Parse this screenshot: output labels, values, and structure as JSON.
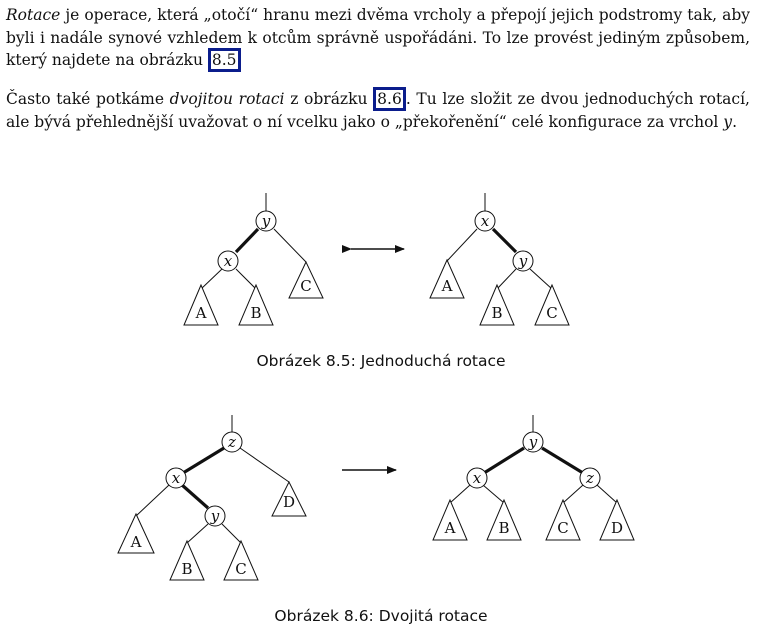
{
  "paragraph1": {
    "term": "Rotace",
    "text_a": " je operace, která „otočí“ hranu mezi dvěma vrcholy a přepojí jejich podstromy tak, aby byli i nadále synové vzhledem k otcům správně uspořádáni. To lze provést jediným způsobem, který najdete na obrázku ",
    "ref": "8.5"
  },
  "paragraph2": {
    "text_a": "Často také potkáme ",
    "term": "dvojitou rotaci",
    "text_b": " z obrázku ",
    "ref": "8.6",
    "text_c": ". Tu lze složit ze dvou jednoduchých rotací, ale bývá přehlednější uvažovat o ní vcelku jako o „překořenění“ celé konfigurace za vrchol ",
    "var": "y",
    "text_d": "."
  },
  "figure1": {
    "caption": "Obrázek 8.5: Jednoduchá rotace",
    "left": {
      "root": "y",
      "child": "x",
      "subtrees": [
        "A",
        "B",
        "C"
      ]
    },
    "right": {
      "root": "x",
      "child": "y",
      "subtrees": [
        "A",
        "B",
        "C"
      ]
    },
    "arrow": "bidirectional"
  },
  "figure2": {
    "caption": "Obrázek 8.6: Dvojitá rotace",
    "left": {
      "root": "z",
      "child": "x",
      "grandchild": "y",
      "subtrees": [
        "A",
        "B",
        "C",
        "D"
      ]
    },
    "right": {
      "root": "y",
      "left": "x",
      "right": "z",
      "subtrees": [
        "A",
        "B",
        "C",
        "D"
      ]
    },
    "arrow": "right"
  }
}
